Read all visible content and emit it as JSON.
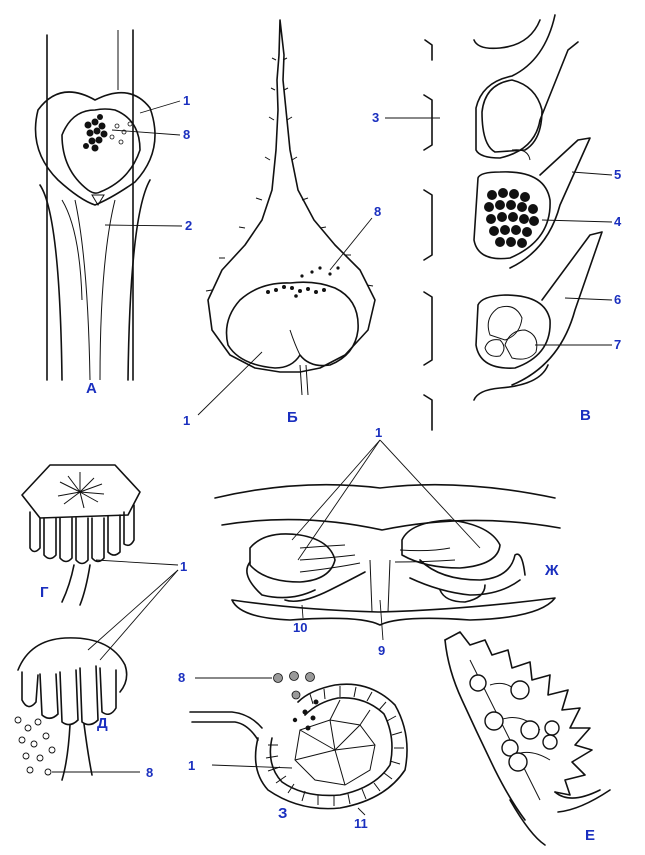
{
  "panels": {
    "A": "А",
    "B": "Б",
    "V": "В",
    "G": "Г",
    "D": "Д",
    "Zh": "Ж",
    "Z": "З",
    "E": "Е"
  },
  "labels": {
    "l1": "1",
    "l2": "2",
    "l3": "3",
    "l4": "4",
    "l5": "5",
    "l6": "6",
    "l7": "7",
    "l8": "8",
    "l9": "9",
    "l10": "10",
    "l11": "11"
  },
  "colors": {
    "label": "#1a2fbf",
    "ink": "#111111"
  }
}
